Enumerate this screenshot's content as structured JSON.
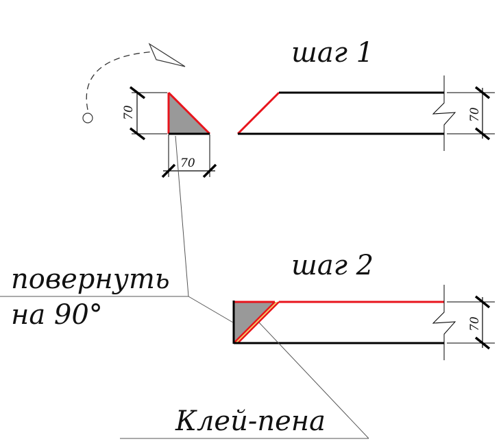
{
  "steps": {
    "step1_label": "шаг 1",
    "step2_label": "шаг 2"
  },
  "annotations": {
    "rotate_line1": "повернуть",
    "rotate_line2": "на 90°",
    "glue_label": "Клей-пена"
  },
  "dimensions": {
    "triangle_height": "70",
    "triangle_width": "70",
    "board1_thickness": "70",
    "board2_thickness": "70"
  },
  "colors": {
    "cut_edge": "#e8141c",
    "foam_fill": "#f3d36b",
    "triangle_fill": "#999999",
    "outline": "#000000",
    "leader": "#555555"
  }
}
